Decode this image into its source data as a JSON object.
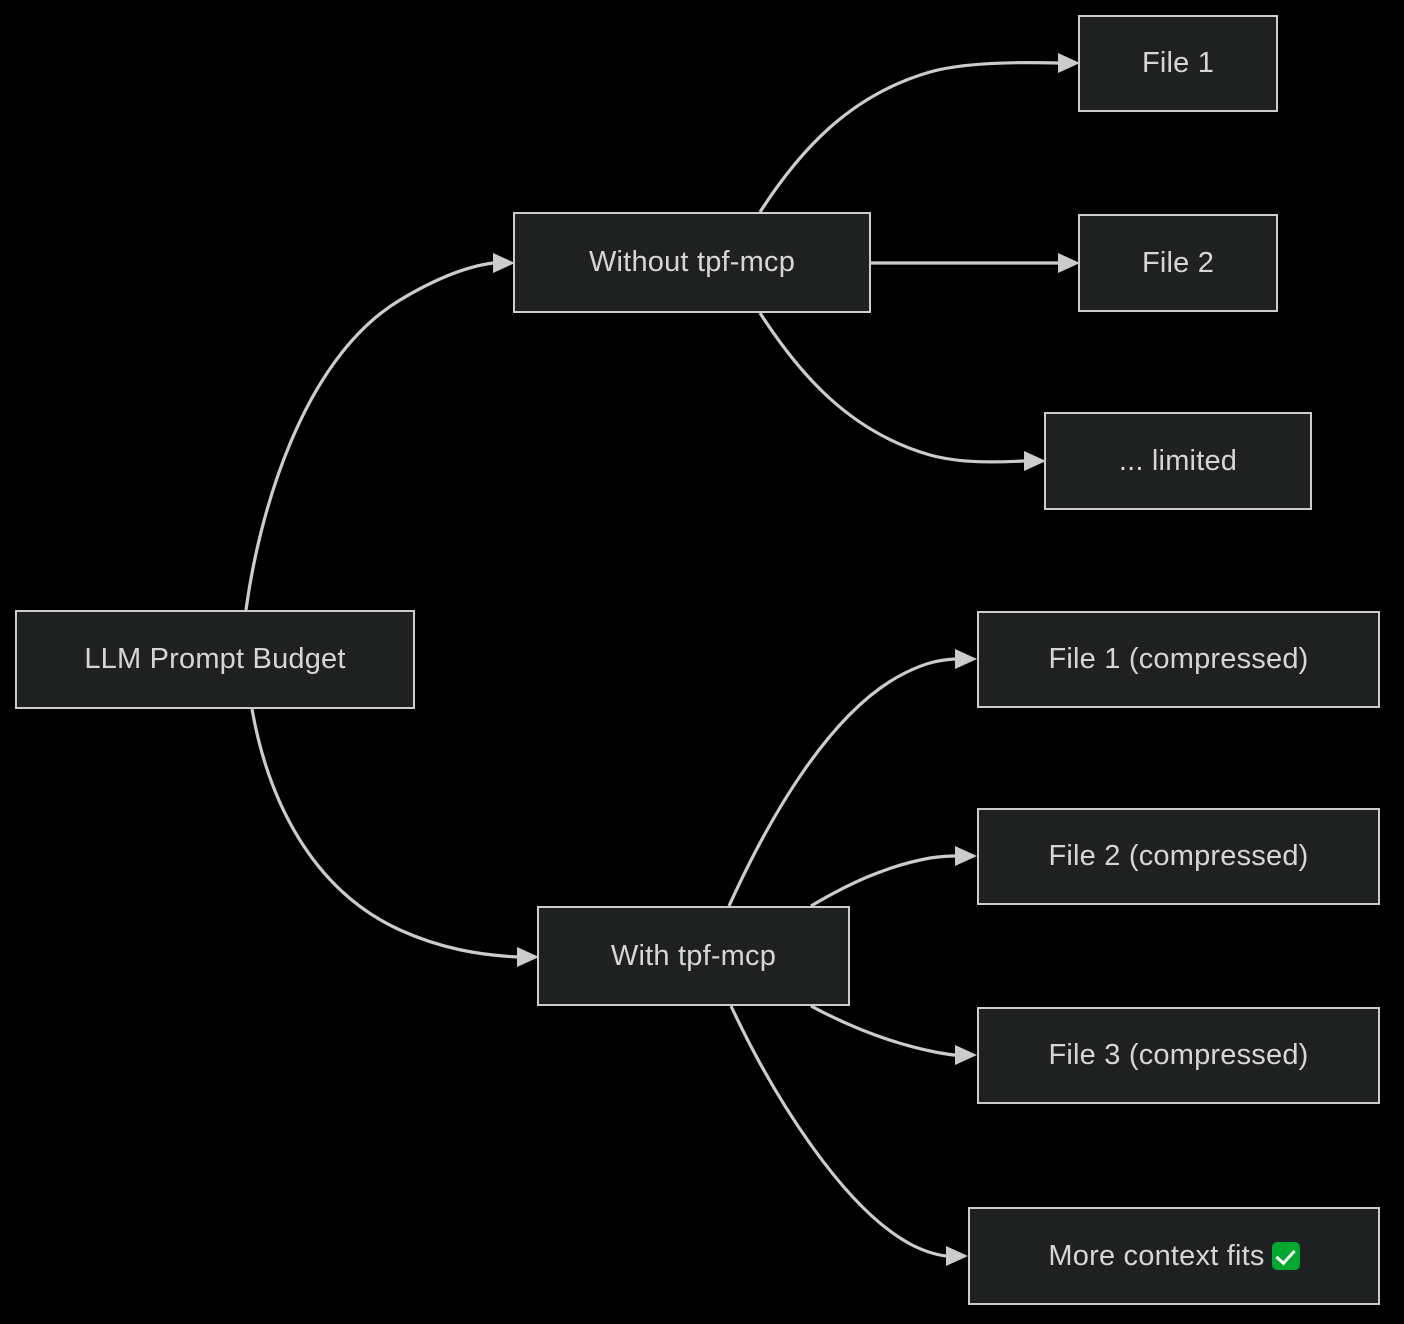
{
  "diagram": {
    "type": "flowchart",
    "direction": "left-to-right",
    "background_color": "#000000",
    "node_fill_color": "#1f2020",
    "node_border_color": "#cccccc",
    "node_text_color": "#d6d6d6",
    "edge_color": "#cccccc",
    "accent_color": "#00a82d"
  },
  "nodes": {
    "root": {
      "id": "llm-prompt-budget",
      "label": "LLM Prompt Budget"
    },
    "without": {
      "id": "without-tpf-mcp",
      "label": "Without tpf-mcp"
    },
    "with": {
      "id": "with-tpf-mcp",
      "label": "With tpf-mcp"
    },
    "file1": {
      "id": "file-1",
      "label": "File 1"
    },
    "file2": {
      "id": "file-2",
      "label": "File 2"
    },
    "limited": {
      "id": "limited",
      "label": "... limited"
    },
    "file1c": {
      "id": "file-1-compressed",
      "label": "File 1 (compressed)"
    },
    "file2c": {
      "id": "file-2-compressed",
      "label": "File 2 (compressed)"
    },
    "file3c": {
      "id": "file-3-compressed",
      "label": "File 3 (compressed)"
    },
    "morecontext": {
      "id": "more-context-fits",
      "label": "More context fits",
      "icon": "white-check-mark-emoji"
    }
  },
  "edges": [
    {
      "from": "llm-prompt-budget",
      "to": "without-tpf-mcp"
    },
    {
      "from": "llm-prompt-budget",
      "to": "with-tpf-mcp"
    },
    {
      "from": "without-tpf-mcp",
      "to": "file-1"
    },
    {
      "from": "without-tpf-mcp",
      "to": "file-2"
    },
    {
      "from": "without-tpf-mcp",
      "to": "limited"
    },
    {
      "from": "with-tpf-mcp",
      "to": "file-1-compressed"
    },
    {
      "from": "with-tpf-mcp",
      "to": "file-2-compressed"
    },
    {
      "from": "with-tpf-mcp",
      "to": "file-3-compressed"
    },
    {
      "from": "with-tpf-mcp",
      "to": "more-context-fits"
    }
  ]
}
